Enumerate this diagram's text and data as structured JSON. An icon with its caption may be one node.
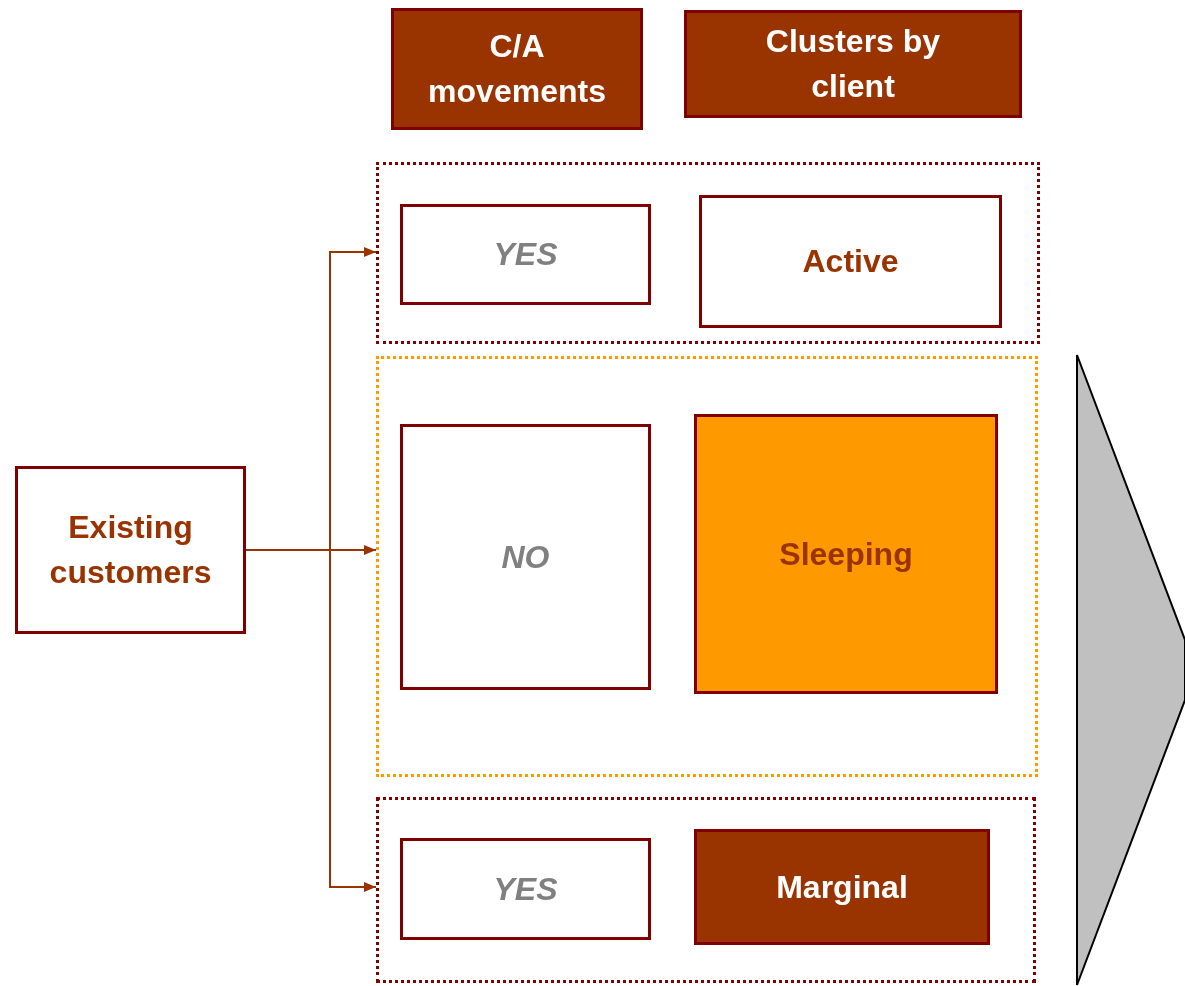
{
  "diagram": {
    "nodes": [
      {
        "text": [
          "C/A movements"
        ]
      },
      {
        "text": [
          "Clusters by client"
        ]
      },
      {
        "text": [
          "Existing customers"
        ]
      },
      {
        "text": [],
        "shape": "box"
      },
      {
        "text": [
          "YES"
        ],
        "in": 3
      },
      {
        "text": [
          "Active"
        ],
        "in": 3
      },
      {
        "text": [],
        "shape": "box"
      },
      {
        "text": [
          "NO"
        ],
        "in": 6
      },
      {
        "text": [
          "Sleeping"
        ],
        "in": 6
      },
      {
        "text": [],
        "shape": "box"
      },
      {
        "text": [
          "YES"
        ],
        "in": 9
      },
      {
        "text": [
          "Marginal"
        ],
        "in": 9
      }
    ],
    "edges": [
      {
        "from": 2,
        "to": 3,
        "arrow": "to"
      },
      {
        "from": 2,
        "to": 6,
        "arrow": "to"
      },
      {
        "from": 2,
        "to": 9,
        "arrow": "to"
      }
    ]
  }
}
